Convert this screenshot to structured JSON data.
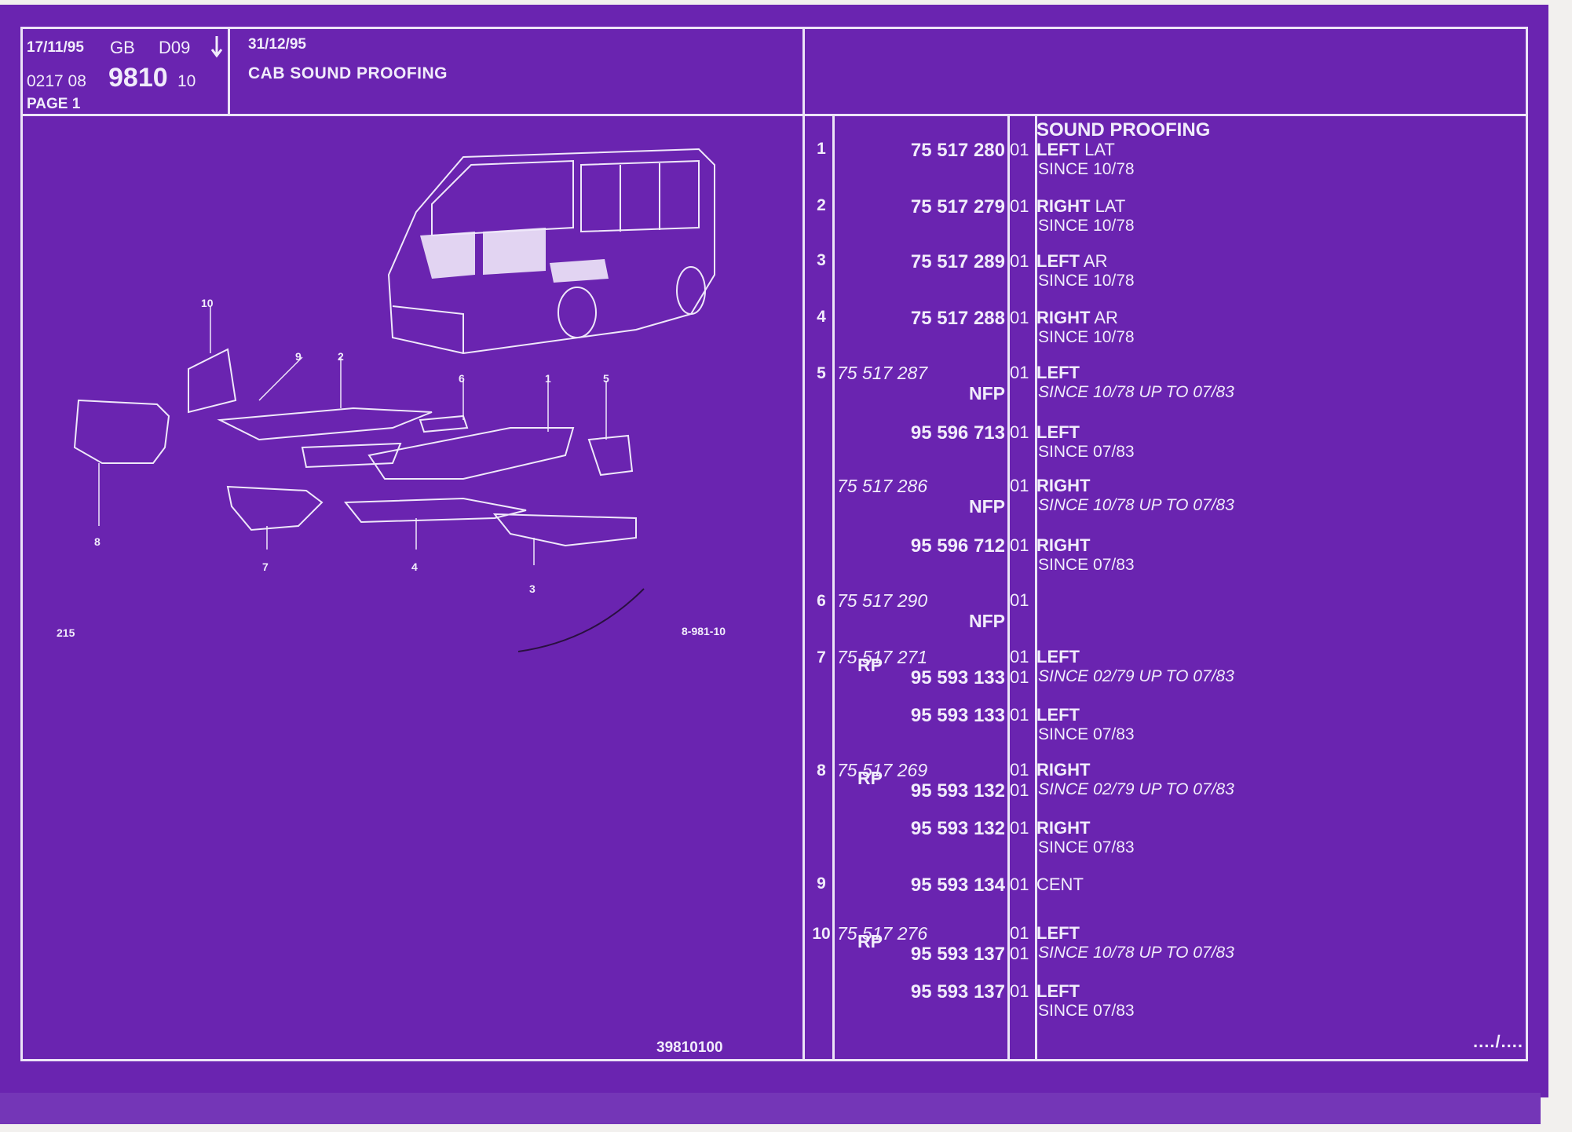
{
  "header": {
    "date": "17/11/95",
    "lang": "GB",
    "code": "D09",
    "validity_date": "31/12/95",
    "ref_prefix": "0217 08",
    "ref_main": "9810",
    "ref_suffix": "10",
    "page": "PAGE 1",
    "title": "CAB SOUND PROOFING"
  },
  "drawing": {
    "callouts": [
      "10",
      "9",
      "2",
      "6",
      "1",
      "5",
      "8",
      "7",
      "4",
      "3"
    ],
    "left_ref": "215",
    "right_ref": "8-981-10",
    "footer_no": "39810100"
  },
  "parts": {
    "section_title": "SOUND PROOFING",
    "rows": [
      {
        "idx": "1",
        "old": "",
        "rp": "",
        "main": "75 517 280",
        "nfp": "",
        "qty": "01",
        "side": "LEFT",
        "extra": "LAT",
        "since": "SINCE  10/78",
        "it": false,
        "qty2": ""
      },
      {
        "idx": "2",
        "old": "",
        "rp": "",
        "main": "75 517 279",
        "nfp": "",
        "qty": "01",
        "side": "RIGHT",
        "extra": "LAT",
        "since": "SINCE  10/78",
        "it": false,
        "qty2": ""
      },
      {
        "idx": "3",
        "old": "",
        "rp": "",
        "main": "75 517 289",
        "nfp": "",
        "qty": "01",
        "side": "LEFT",
        "extra": "AR",
        "since": "SINCE  10/78",
        "it": false,
        "qty2": ""
      },
      {
        "idx": "4",
        "old": "",
        "rp": "",
        "main": "75 517 288",
        "nfp": "",
        "qty": "01",
        "side": "RIGHT",
        "extra": "AR",
        "since": "SINCE  10/78",
        "it": false,
        "qty2": ""
      },
      {
        "idx": "5",
        "old": "75 517 287",
        "rp": "",
        "main": "",
        "nfp": "NFP",
        "qty": "01",
        "side": "LEFT",
        "extra": "",
        "since": "SINCE  10/78 UP  TO  07/83",
        "it": true,
        "qty2": ""
      },
      {
        "idx": "",
        "old": "",
        "rp": "",
        "main": "95 596 713",
        "nfp": "",
        "qty": "01",
        "side": "LEFT",
        "extra": "",
        "since": "SINCE  07/83",
        "it": false,
        "qty2": ""
      },
      {
        "idx": "",
        "old": "75 517 286",
        "rp": "",
        "main": "",
        "nfp": "NFP",
        "qty": "01",
        "side": "RIGHT",
        "extra": "",
        "since": "SINCE  10/78 UP  TO  07/83",
        "it": true,
        "qty2": ""
      },
      {
        "idx": "",
        "old": "",
        "rp": "",
        "main": "95 596 712",
        "nfp": "",
        "qty": "01",
        "side": "RIGHT",
        "extra": "",
        "since": "SINCE  07/83",
        "it": false,
        "qty2": ""
      },
      {
        "idx": "6",
        "old": "75 517 290",
        "rp": "",
        "main": "",
        "nfp": "NFP",
        "qty": "01",
        "side": "",
        "extra": "",
        "since": "",
        "it": false,
        "qty2": ""
      },
      {
        "idx": "7",
        "old": "75 517 271",
        "rp": "RP",
        "main": "95 593 133",
        "nfp": "",
        "qty": "01",
        "side": "LEFT",
        "extra": "",
        "since": "SINCE  02/79 UP  TO  07/83",
        "it": true,
        "qty2": "01"
      },
      {
        "idx": "",
        "old": "",
        "rp": "",
        "main": "95 593 133",
        "nfp": "",
        "qty": "01",
        "side": "LEFT",
        "extra": "",
        "since": "SINCE  07/83",
        "it": false,
        "qty2": ""
      },
      {
        "idx": "8",
        "old": "75 517 269",
        "rp": "RP",
        "main": "95 593 132",
        "nfp": "",
        "qty": "01",
        "side": "RIGHT",
        "extra": "",
        "since": "SINCE  02/79 UP  TO  07/83",
        "it": true,
        "qty2": "01"
      },
      {
        "idx": "",
        "old": "",
        "rp": "",
        "main": "95 593 132",
        "nfp": "",
        "qty": "01",
        "side": "RIGHT",
        "extra": "",
        "since": "SINCE  07/83",
        "it": false,
        "qty2": ""
      },
      {
        "idx": "9",
        "old": "",
        "rp": "",
        "main": "95 593 134",
        "nfp": "",
        "qty": "01",
        "side": "",
        "extra": "CENT",
        "since": "",
        "it": false,
        "qty2": ""
      },
      {
        "idx": "10",
        "old": "75 517 276",
        "rp": "RP",
        "main": "95 593 137",
        "nfp": "",
        "qty": "01",
        "side": "LEFT",
        "extra": "",
        "since": "SINCE  10/78 UP  TO  07/83",
        "it": true,
        "qty2": "01"
      },
      {
        "idx": "",
        "old": "",
        "rp": "",
        "main": "95 593 137",
        "nfp": "",
        "qty": "01",
        "side": "LEFT",
        "extra": "",
        "since": "SINCE  07/83",
        "it": false,
        "qty2": ""
      }
    ]
  },
  "continuation": "..../...."
}
